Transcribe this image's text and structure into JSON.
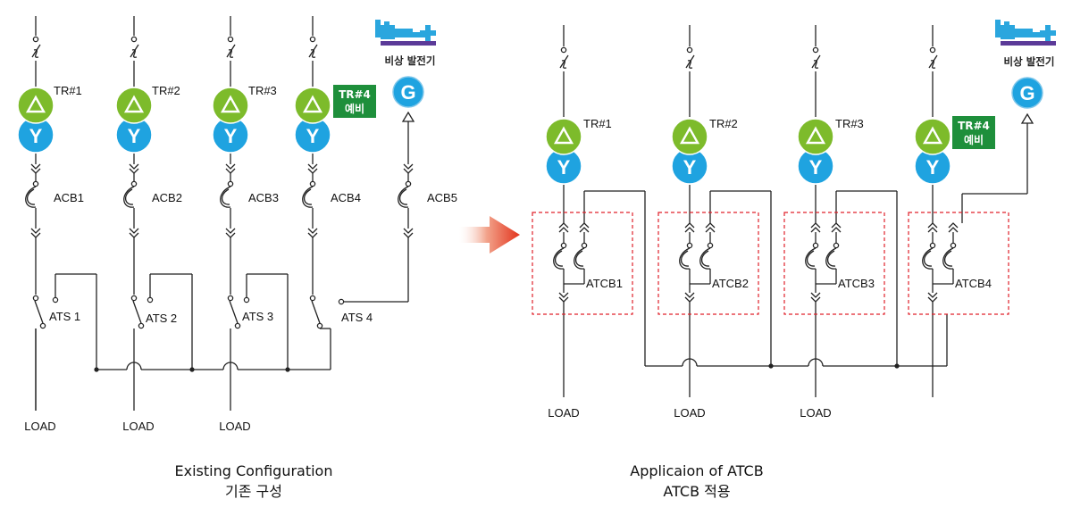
{
  "colors": {
    "transformer_delta": "#7dbb2b",
    "transformer_wye": "#1fa3e0",
    "generator": "#1fa3e0",
    "spare_box": "#1e8f3b",
    "dashed_box": "#e0202a",
    "line": "#222222",
    "arrow": "#e8452a",
    "genset_body": "#2aa6de",
    "genset_base": "#5b3a98"
  },
  "icons": [
    "generator-set-icon",
    "arrow-right-icon"
  ],
  "symbols": {
    "delta": "△",
    "wye": "Y",
    "generator": "G"
  },
  "existing": {
    "transformers": [
      "TR#1",
      "TR#2",
      "TR#3"
    ],
    "spare": {
      "line1": "TR#4",
      "line2": "예비"
    },
    "acb": [
      "ACB1",
      "ACB2",
      "ACB3",
      "ACB4",
      "ACB5"
    ],
    "ats": [
      "ATS 1",
      "ATS 2",
      "ATS 3",
      "ATS 4"
    ],
    "loads": [
      "LOAD",
      "LOAD",
      "LOAD"
    ],
    "generator_label": "비상 발전기",
    "caption_en": "Existing Configuration",
    "caption_ko": "기존 구성"
  },
  "proposed": {
    "transformers": [
      "TR#1",
      "TR#2",
      "TR#3"
    ],
    "spare": {
      "line1": "TR#4",
      "line2": "예비"
    },
    "atcb": [
      "ATCB1",
      "ATCB2",
      "ATCB3",
      "ATCB4"
    ],
    "loads": [
      "LOAD",
      "LOAD",
      "LOAD"
    ],
    "generator_label": "비상 발전기",
    "caption_en": "Applicaion of ATCB",
    "caption_ko": "ATCB 적용"
  }
}
